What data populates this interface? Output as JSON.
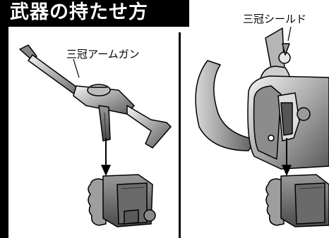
{
  "page": {
    "title": "武器の持たせ方"
  },
  "items": {
    "gun_label": "三冠アームガン",
    "shield_label": "三冠シールド"
  }
}
